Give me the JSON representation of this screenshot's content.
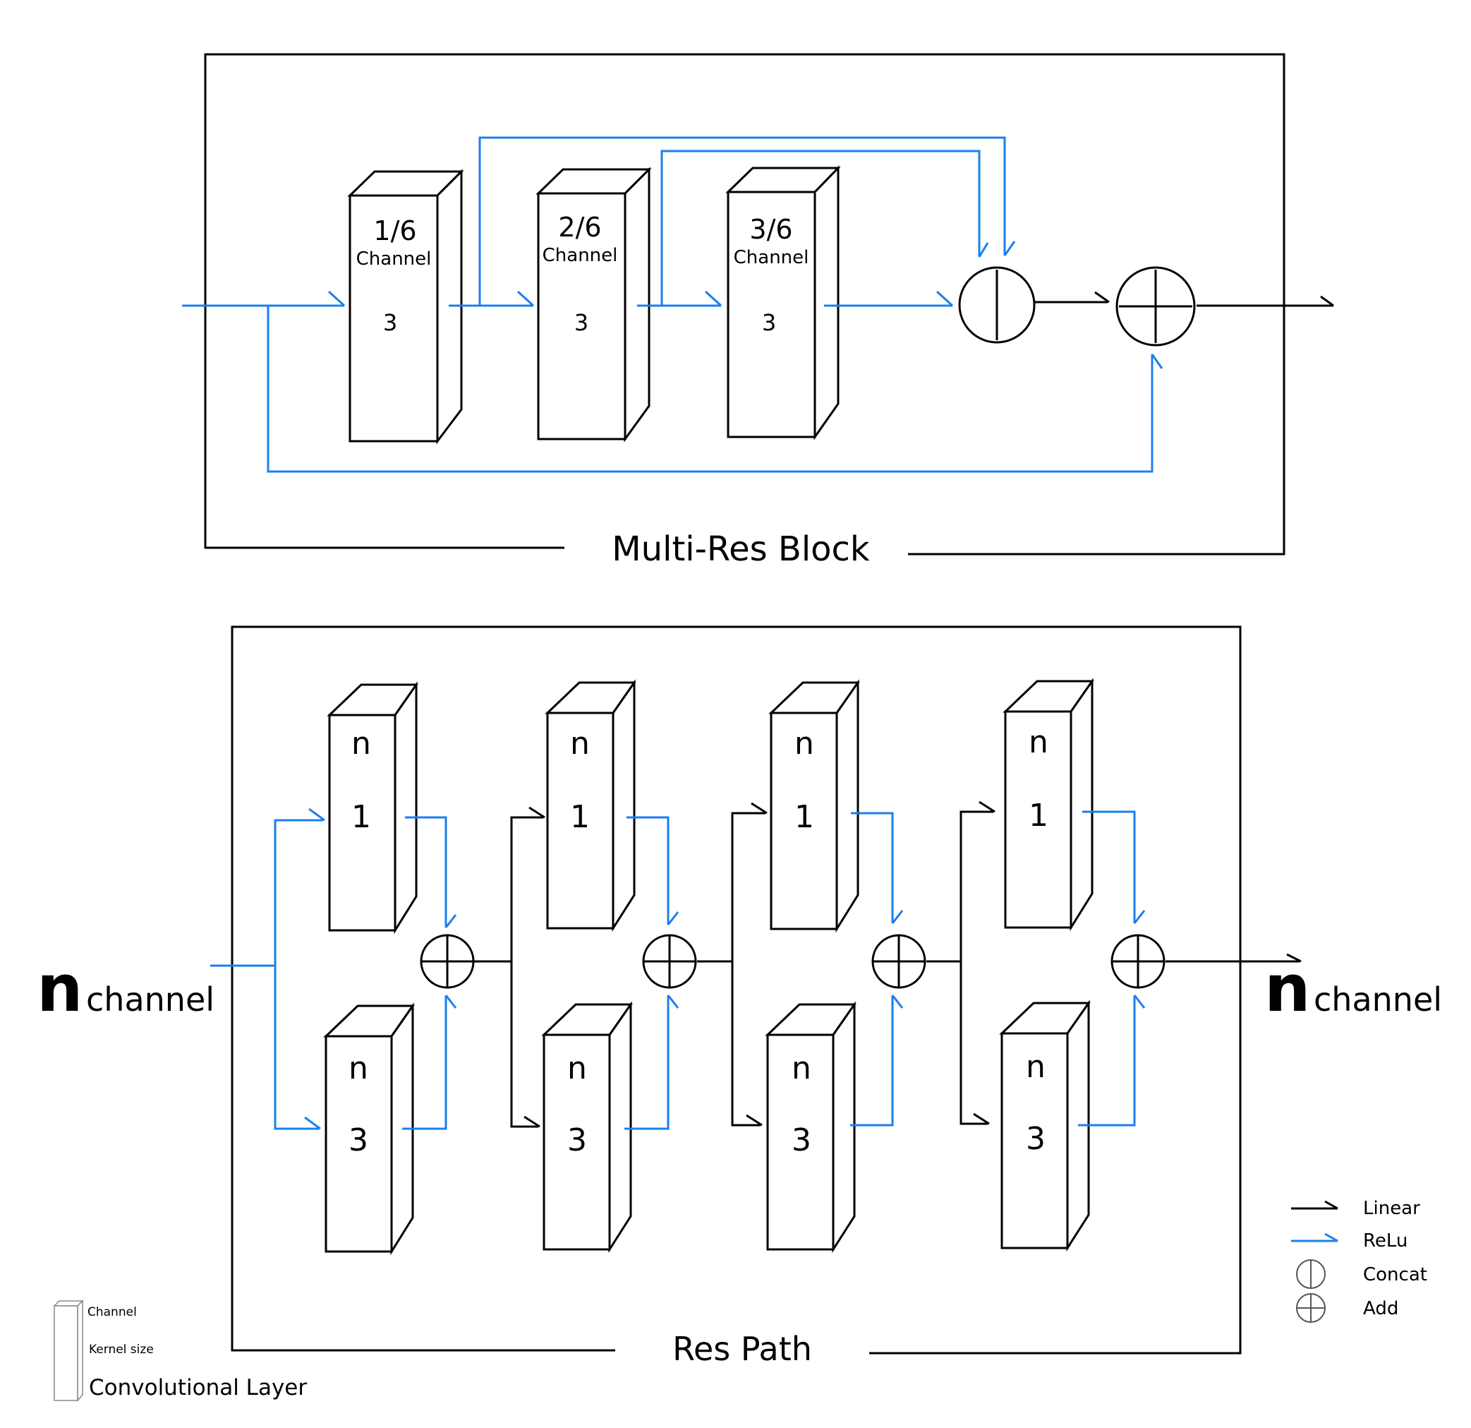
{
  "multires": {
    "title": "Multi-Res Block",
    "blocks": [
      {
        "fraction": "1/6",
        "channel": "Channel",
        "kernel": "3"
      },
      {
        "fraction": "2/6",
        "channel": "Channel",
        "kernel": "3"
      },
      {
        "fraction": "3/6",
        "channel": "Channel",
        "kernel": "3"
      }
    ]
  },
  "respath": {
    "title": "Res Path",
    "input_n": "n",
    "input_label": "channel",
    "output_n": "n",
    "output_label": "channel",
    "stages": [
      {
        "top": {
          "channel": "n",
          "kernel": "1"
        },
        "bottom": {
          "channel": "n",
          "kernel": "3"
        }
      },
      {
        "top": {
          "channel": "n",
          "kernel": "1"
        },
        "bottom": {
          "channel": "n",
          "kernel": "3"
        }
      },
      {
        "top": {
          "channel": "n",
          "kernel": "1"
        },
        "bottom": {
          "channel": "n",
          "kernel": "3"
        }
      },
      {
        "top": {
          "channel": "n",
          "kernel": "1"
        },
        "bottom": {
          "channel": "n",
          "kernel": "3"
        }
      }
    ]
  },
  "legend": {
    "linear": "Linear",
    "relu": "ReLu",
    "concat": "Concat",
    "add": "Add",
    "linear_color": "#000000",
    "relu_color": "#1a7ff0"
  },
  "conv_legend": {
    "channel": "Channel",
    "kernel": "Kernel size",
    "title": "Convolutional Layer"
  }
}
